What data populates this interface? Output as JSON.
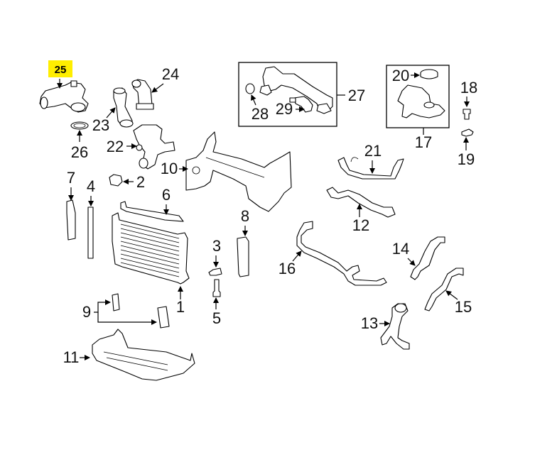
{
  "diagram": {
    "title": "Radiator & Coolant Components — exploded parts diagram",
    "highlight_color": "#ffee00",
    "highlighted_callout": "25",
    "callouts": [
      {
        "id": "1",
        "label": "1",
        "part": "radiator"
      },
      {
        "id": "2",
        "label": "2",
        "part": "radiator-mount-bushing"
      },
      {
        "id": "3",
        "label": "3",
        "part": "drain-plug-seal"
      },
      {
        "id": "4",
        "label": "4",
        "part": "side-seal-strip"
      },
      {
        "id": "5",
        "label": "5",
        "part": "drain-plug"
      },
      {
        "id": "6",
        "label": "6",
        "part": "upper-seal"
      },
      {
        "id": "7",
        "label": "7",
        "part": "side-air-deflector"
      },
      {
        "id": "8",
        "label": "8",
        "part": "side-baffle"
      },
      {
        "id": "9",
        "label": "9",
        "part": "lower-brackets"
      },
      {
        "id": "10",
        "label": "10",
        "part": "radiator-support"
      },
      {
        "id": "11",
        "label": "11",
        "part": "lower-air-deflector"
      },
      {
        "id": "12",
        "label": "12",
        "part": "upper-radiator-hose"
      },
      {
        "id": "13",
        "label": "13",
        "part": "outlet-hose"
      },
      {
        "id": "14",
        "label": "14",
        "part": "bypass-hose"
      },
      {
        "id": "15",
        "label": "15",
        "part": "heater-hose"
      },
      {
        "id": "16",
        "label": "16",
        "part": "lower-radiator-hose"
      },
      {
        "id": "17",
        "label": "17",
        "part": "coolant-reservoir"
      },
      {
        "id": "18",
        "label": "18",
        "part": "reservoir-bolt"
      },
      {
        "id": "19",
        "label": "19",
        "part": "reservoir-clip"
      },
      {
        "id": "20",
        "label": "20",
        "part": "reservoir-cap"
      },
      {
        "id": "21",
        "label": "21",
        "part": "overflow-hose"
      },
      {
        "id": "22",
        "label": "22",
        "part": "thermostat-housing"
      },
      {
        "id": "23",
        "label": "23",
        "part": "connector-hose"
      },
      {
        "id": "24",
        "label": "24",
        "part": "elbow-hose"
      },
      {
        "id": "25",
        "label": "25",
        "part": "water-outlet"
      },
      {
        "id": "26",
        "label": "26",
        "part": "o-ring-seal"
      },
      {
        "id": "27",
        "label": "27",
        "part": "coolant-pipe"
      },
      {
        "id": "28",
        "label": "28",
        "part": "pipe-plug"
      },
      {
        "id": "29",
        "label": "29",
        "part": "temperature-sensor"
      }
    ]
  }
}
